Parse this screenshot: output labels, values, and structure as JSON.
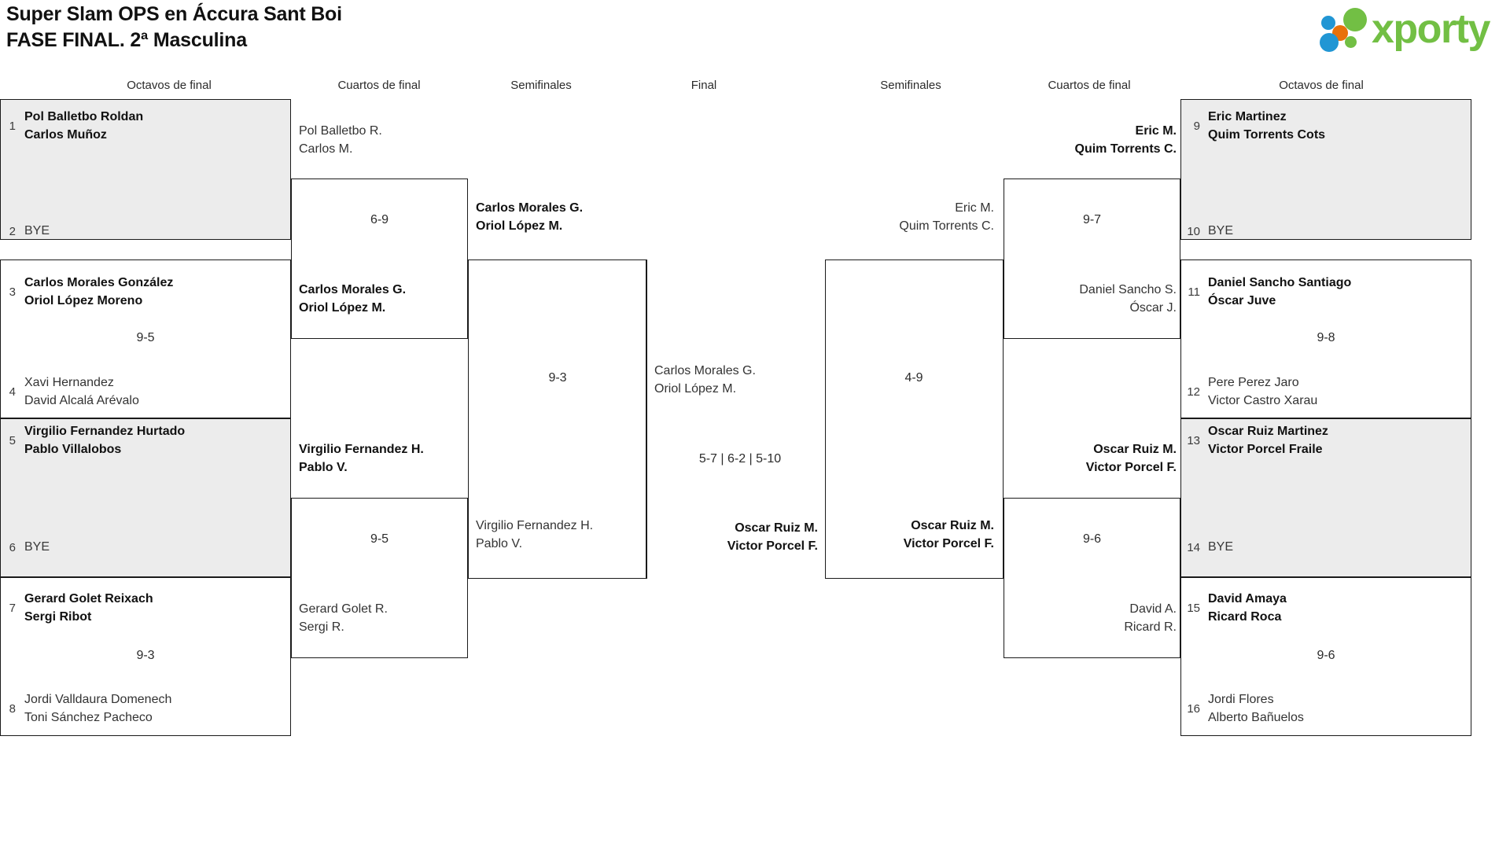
{
  "header": {
    "title_line1": "Super Slam OPS en Áccura Sant Boi",
    "title_line2": "FASE FINAL. 2ª Masculina",
    "logo_text": "xporty",
    "logo_colors": {
      "green": "#72bf44",
      "blue": "#2196d4",
      "orange": "#e8710a"
    }
  },
  "round_headers": [
    {
      "label": "Octavos de final"
    },
    {
      "label": "Cuartos de final"
    },
    {
      "label": "Semifinales"
    },
    {
      "label": "Final"
    },
    {
      "label": "Semifinales"
    },
    {
      "label": "Cuartos de final"
    },
    {
      "label": "Octavos de final"
    }
  ],
  "bracket_data": {
    "type": "single-elimination",
    "size": 16,
    "left_round16": [
      {
        "seed": "1",
        "line1": "Pol Balletbo Roldan",
        "line2": "Carlos Muñoz",
        "bye": false,
        "winner": true
      },
      {
        "seed": "2",
        "line1": "BYE",
        "line2": "",
        "bye": true,
        "winner": false
      },
      {
        "seed": "3",
        "line1": "Carlos Morales González",
        "line2": "Oriol López Moreno",
        "bye": false,
        "winner": true
      },
      {
        "seed": "4",
        "line1": "Xavi Hernandez",
        "line2": "David Alcalá Arévalo",
        "bye": false,
        "winner": false
      },
      {
        "seed": "5",
        "line1": "Virgilio Fernandez Hurtado",
        "line2": "Pablo Villalobos",
        "bye": false,
        "winner": true
      },
      {
        "seed": "6",
        "line1": "BYE",
        "line2": "",
        "bye": true,
        "winner": false
      },
      {
        "seed": "7",
        "line1": "Gerard Golet Reixach",
        "line2": "Sergi Ribot",
        "bye": false,
        "winner": true
      },
      {
        "seed": "8",
        "line1": "Jordi Valldaura Domenech",
        "line2": "Toni Sánchez Pacheco",
        "bye": false,
        "winner": false
      }
    ],
    "right_round16": [
      {
        "seed": "9",
        "line1": "Eric Martinez",
        "line2": "Quim Torrents Cots",
        "bye": false,
        "winner": true
      },
      {
        "seed": "10",
        "line1": "BYE",
        "line2": "",
        "bye": true,
        "winner": false
      },
      {
        "seed": "11",
        "line1": "Daniel Sancho Santiago",
        "line2": "Óscar Juve",
        "bye": false,
        "winner": true
      },
      {
        "seed": "12",
        "line1": "Pere Perez Jaro",
        "line2": "Victor Castro Xarau",
        "bye": false,
        "winner": false
      },
      {
        "seed": "13",
        "line1": "Oscar Ruiz Martinez",
        "line2": "Victor Porcel Fraile",
        "bye": false,
        "winner": true
      },
      {
        "seed": "14",
        "line1": "BYE",
        "line2": "",
        "bye": true,
        "winner": false
      },
      {
        "seed": "15",
        "line1": "David Amaya",
        "line2": "Ricard Roca",
        "bye": false,
        "winner": true
      },
      {
        "seed": "16",
        "line1": "Jordi Flores",
        "line2": "Alberto Bañuelos",
        "bye": false,
        "winner": false
      }
    ],
    "left_round16_scores": [
      {
        "value": "9-5"
      },
      {
        "value": "9-3"
      }
    ],
    "right_round16_scores": [
      {
        "value": "9-8"
      },
      {
        "value": "9-6"
      }
    ],
    "left_quarters": [
      {
        "line1": "Pol Balletbo R.",
        "line2": "Carlos M.",
        "winner": false
      },
      {
        "line1": "Carlos Morales G.",
        "line2": "Oriol López M.",
        "winner": true
      },
      {
        "line1": "Virgilio Fernandez H.",
        "line2": "Pablo V.",
        "winner": true
      },
      {
        "line1": "Gerard Golet R.",
        "line2": "Sergi R.",
        "winner": false
      }
    ],
    "left_quarter_scores": [
      {
        "value": "6-9"
      },
      {
        "value": "9-5"
      }
    ],
    "right_quarters": [
      {
        "line1": "Eric M.",
        "line2": "Quim Torrents C.",
        "winner": true
      },
      {
        "line1": "Daniel Sancho S.",
        "line2": "Óscar J.",
        "winner": false
      },
      {
        "line1": "Oscar Ruiz M.",
        "line2": "Victor Porcel F.",
        "winner": true
      },
      {
        "line1": "David A.",
        "line2": "Ricard R.",
        "winner": false
      }
    ],
    "right_quarter_scores": [
      {
        "value": "9-7"
      },
      {
        "value": "9-6"
      }
    ],
    "left_semis": [
      {
        "line1": "Carlos Morales G.",
        "line2": "Oriol López M.",
        "winner": true
      },
      {
        "line1": "Virgilio Fernandez H.",
        "line2": "Pablo V.",
        "winner": false
      }
    ],
    "left_semi_score": {
      "value": "9-3"
    },
    "right_semis": [
      {
        "line1": "Eric M.",
        "line2": "Quim Torrents C.",
        "winner": false
      },
      {
        "line1": "Oscar Ruiz M.",
        "line2": "Victor Porcel F.",
        "winner": true
      }
    ],
    "right_semi_score": {
      "value": "4-9"
    },
    "final": {
      "top": {
        "line1": "Carlos Morales G.",
        "line2": "Oriol López M.",
        "winner": false
      },
      "bottom": {
        "line1": "Oscar Ruiz M.",
        "line2": "Victor Porcel F.",
        "winner": true
      },
      "score": {
        "value": "5-7 | 6-2 | 5-10"
      }
    }
  }
}
